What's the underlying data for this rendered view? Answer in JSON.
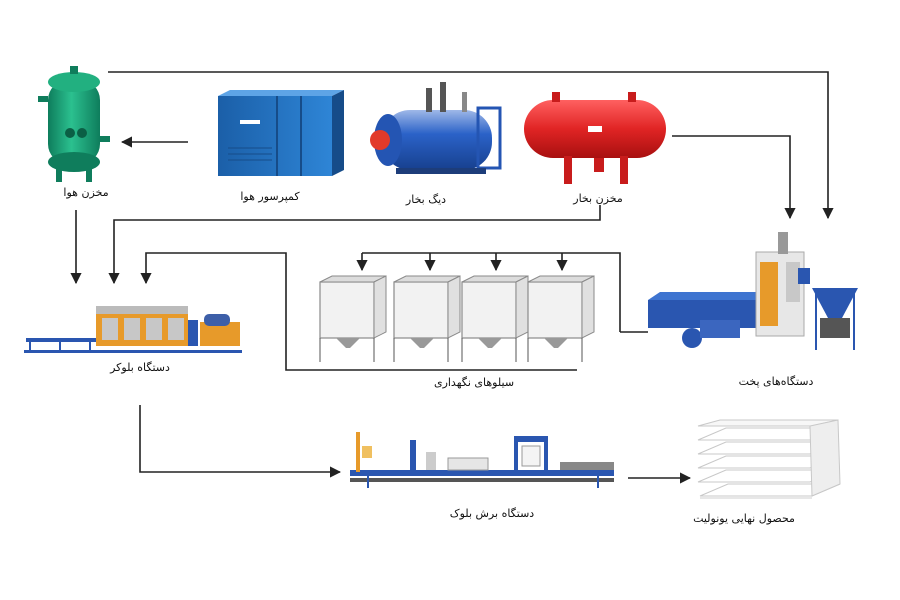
{
  "labels": {
    "air_tank": "مخزن هوا",
    "compressor": "کمپرسور هوا",
    "boiler": "دیگ بخار",
    "steam_tank": "مخزن بخار",
    "pre_expander": "دستگاه‌های پخت",
    "silos": "سیلوهای نگهداری",
    "block_molder": "دستگاه بلوکر",
    "block_cutter": "دستگاه برش بلوک",
    "final_product": "محصول نهایی یونولیت"
  },
  "colors": {
    "air_tank": "#1fa37a",
    "compressor": "#1f73c2",
    "boiler": "#2463c9",
    "steam_tank": "#e02424",
    "machine_orange": "#e79a2a",
    "machine_blue": "#2a56b0",
    "silo_frame": "#8a8a8a",
    "arrow": "#222222"
  }
}
